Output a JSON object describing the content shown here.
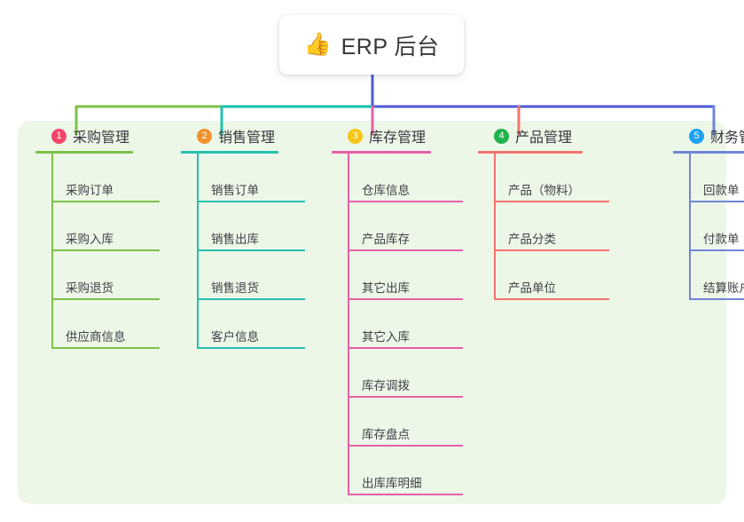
{
  "diagram": {
    "type": "mind-map",
    "root": {
      "icon": "thumbs-up-icon",
      "emoji": "👍",
      "title": "ERP 后台",
      "stem_color": "#4f5bd5"
    },
    "panel_color": "#edf7e8",
    "trunk_colors": {
      "left": "#7ec14a",
      "mid": "#0fc0ac",
      "right": "#4f5bd5"
    },
    "branches": [
      {
        "index": "1",
        "title": "采购管理",
        "badge_color": "#f2476b",
        "line_color": "#7ec14a",
        "items": [
          "采购订单",
          "采购入库",
          "采购退货",
          "供应商信息"
        ]
      },
      {
        "index": "2",
        "title": "销售管理",
        "badge_color": "#f2922c",
        "line_color": "#25c0b0",
        "items": [
          "销售订单",
          "销售出库",
          "销售退货",
          "客户信息"
        ]
      },
      {
        "index": "3",
        "title": "库存管理",
        "badge_color": "#f5c518",
        "line_color": "#e85fa8",
        "items": [
          "仓库信息",
          "产品库存",
          "其它出库",
          "其它入库",
          "库存调拨",
          "库存盘点",
          "出库库明细"
        ]
      },
      {
        "index": "4",
        "title": "产品管理",
        "badge_color": "#22b24c",
        "line_color": "#f4736e",
        "items": [
          "产品（物料）",
          "产品分类",
          "产品单位"
        ]
      },
      {
        "index": "5",
        "title": "财务管理",
        "badge_color": "#1da1f2",
        "line_color": "#6f85d8",
        "items": [
          "回款单",
          "付款单",
          "结算账户"
        ]
      }
    ]
  }
}
